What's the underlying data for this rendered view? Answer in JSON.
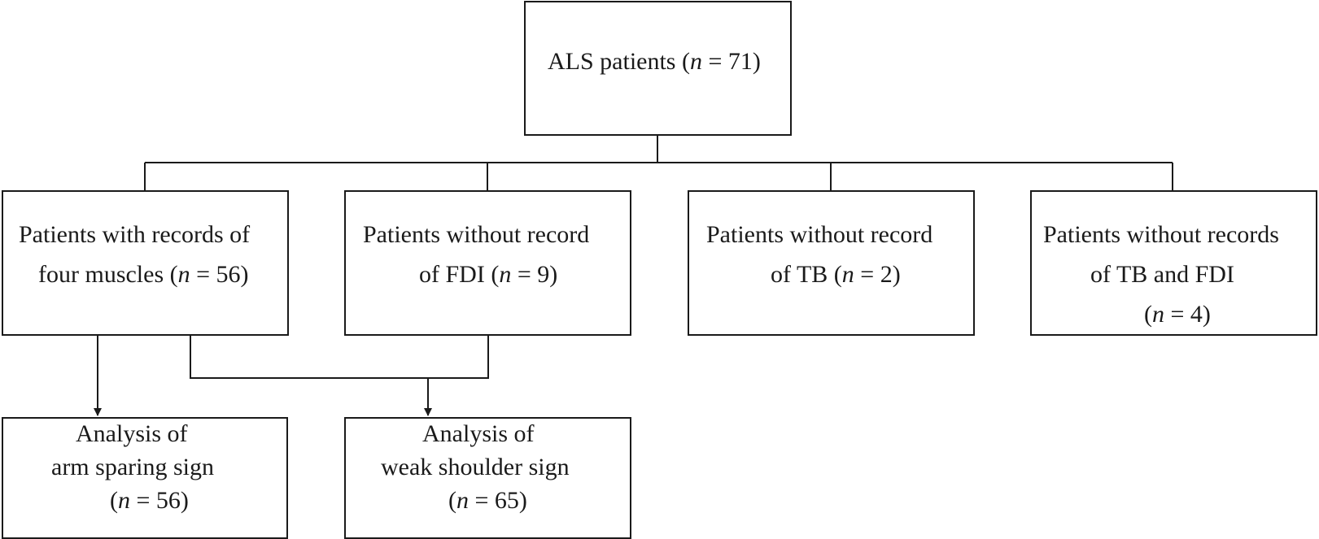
{
  "root": {
    "label": "ALS patients (",
    "n_symbol": "n",
    "count": " = 71)"
  },
  "groups": [
    {
      "line1": "Patients with records of",
      "line2_prefix": "four muscles (",
      "n_symbol": "n",
      "count": " = 56)"
    },
    {
      "line1": "Patients without record",
      "line2_prefix": "of FDI (",
      "n_symbol": "n",
      "count": " = 9)"
    },
    {
      "line1": "Patients without record",
      "line2_prefix": "of TB (",
      "n_symbol": "n",
      "count": " = 2)"
    },
    {
      "line1": "Patients without records",
      "line2": "of TB and FDI",
      "line3_prefix": "(",
      "n_symbol": "n",
      "count": " = 4)"
    }
  ],
  "analyses": [
    {
      "line1": "Analysis of",
      "line2": "arm sparing sign",
      "line3_prefix": "(",
      "n_symbol": "n",
      "count": " = 56)"
    },
    {
      "line1": "Analysis of",
      "line2": "weak shoulder sign",
      "line3_prefix": "(",
      "n_symbol": "n",
      "count": " = 65)"
    }
  ],
  "colors": {
    "stroke": "#1a1a1a",
    "background": "#ffffff"
  }
}
